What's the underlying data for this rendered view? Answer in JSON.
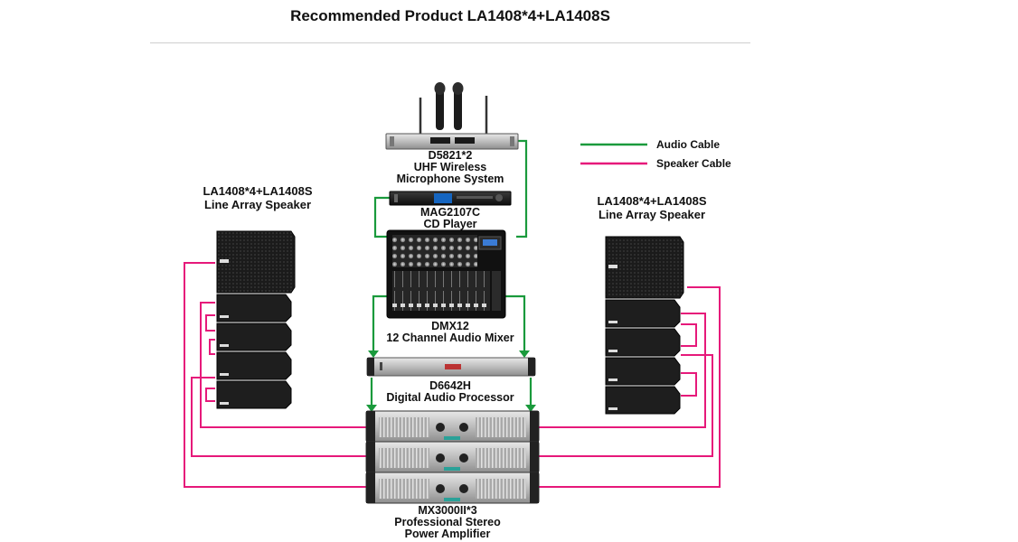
{
  "title": "Recommended Product LA1408*4+LA1408S",
  "legend": {
    "audio_cable": {
      "label": "Audio Cable",
      "color": "#1a9a3c"
    },
    "speaker_cable": {
      "label": "Speaker Cable",
      "color": "#e6197a"
    }
  },
  "devices": {
    "mic": {
      "model": "D5821*2",
      "line1": "UHF Wireless",
      "line2": "Microphone System"
    },
    "cd": {
      "model": "MAG2107C",
      "line1": "CD Player"
    },
    "mixer": {
      "model": "DMX12",
      "line1": "12 Channel Audio Mixer"
    },
    "processor": {
      "model": "D6642H",
      "line1": "Digital Audio Processor"
    },
    "amplifier": {
      "model": "MX3000II*3",
      "line1": "Professional Stereo",
      "line2": "Power Amplifier"
    },
    "speaker_left": {
      "line1": "LA1408*4+LA1408S",
      "line2": "Line Array Speaker"
    },
    "speaker_right": {
      "line1": "LA1408*4+LA1408S",
      "line2": "Line Array  Speaker"
    }
  }
}
